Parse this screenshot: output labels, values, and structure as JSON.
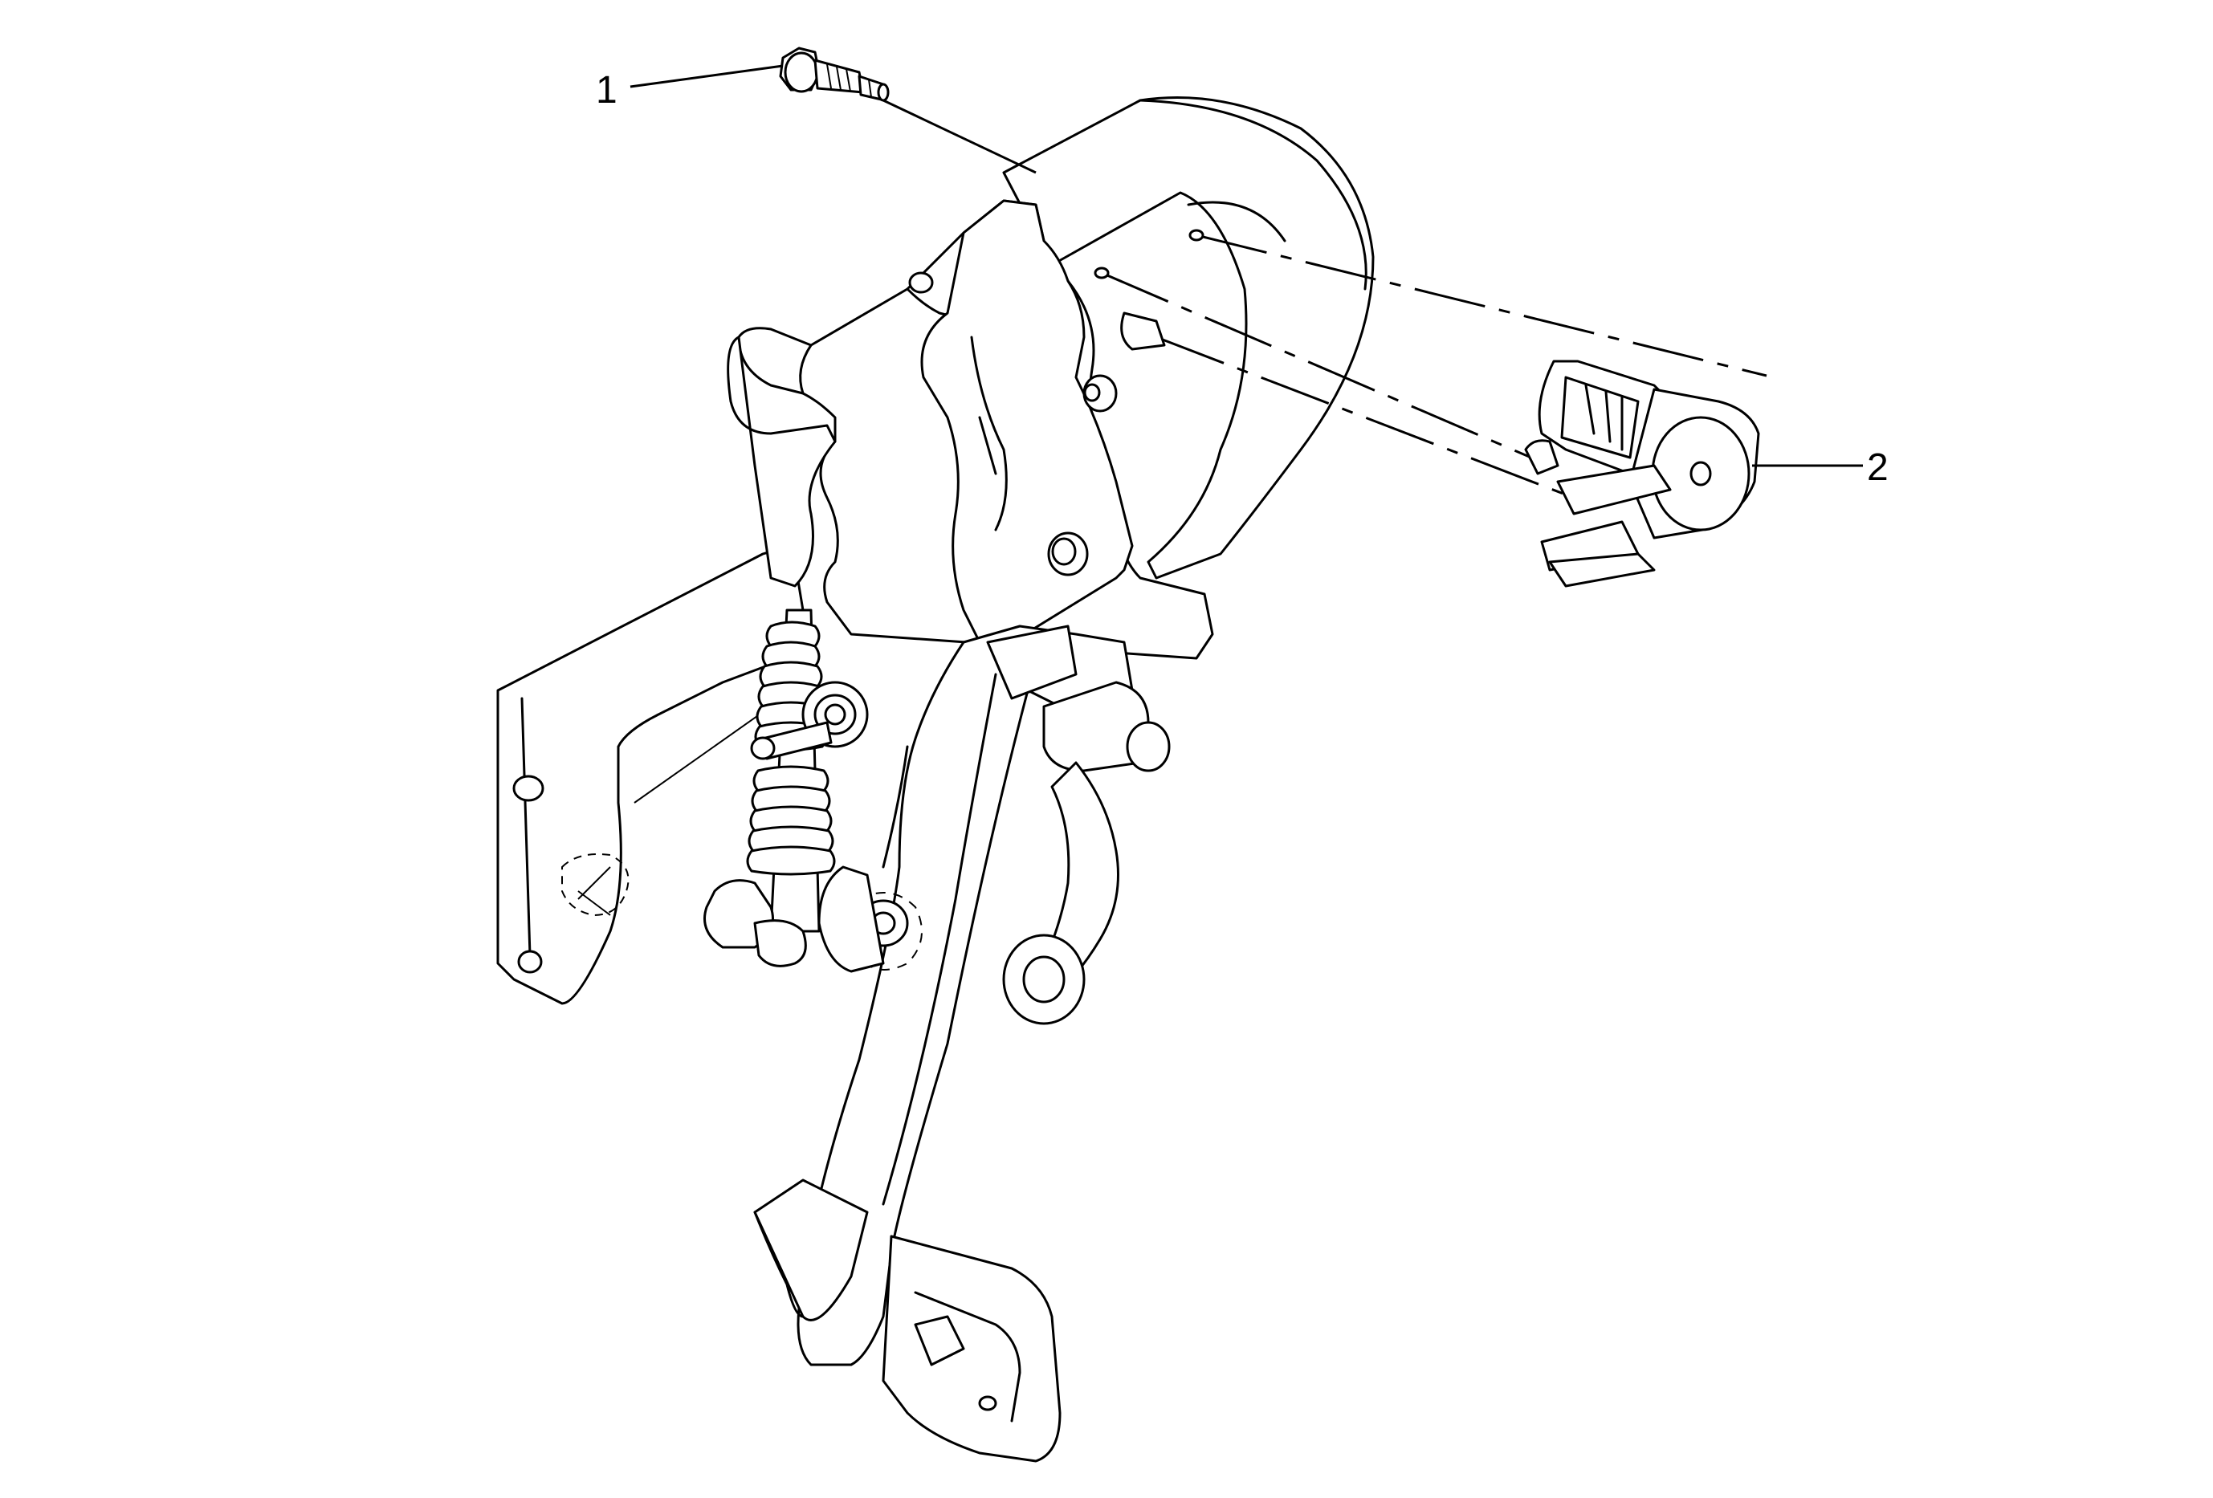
{
  "callouts": [
    {
      "id": "1",
      "label": "1"
    },
    {
      "id": "2",
      "label": "2"
    }
  ],
  "parts": {
    "bolt": "bolt-icon",
    "sensor": "sensor-icon",
    "bracket": "pedal-bracket",
    "pedal": "pedal-arm",
    "spring": "return-spring"
  }
}
